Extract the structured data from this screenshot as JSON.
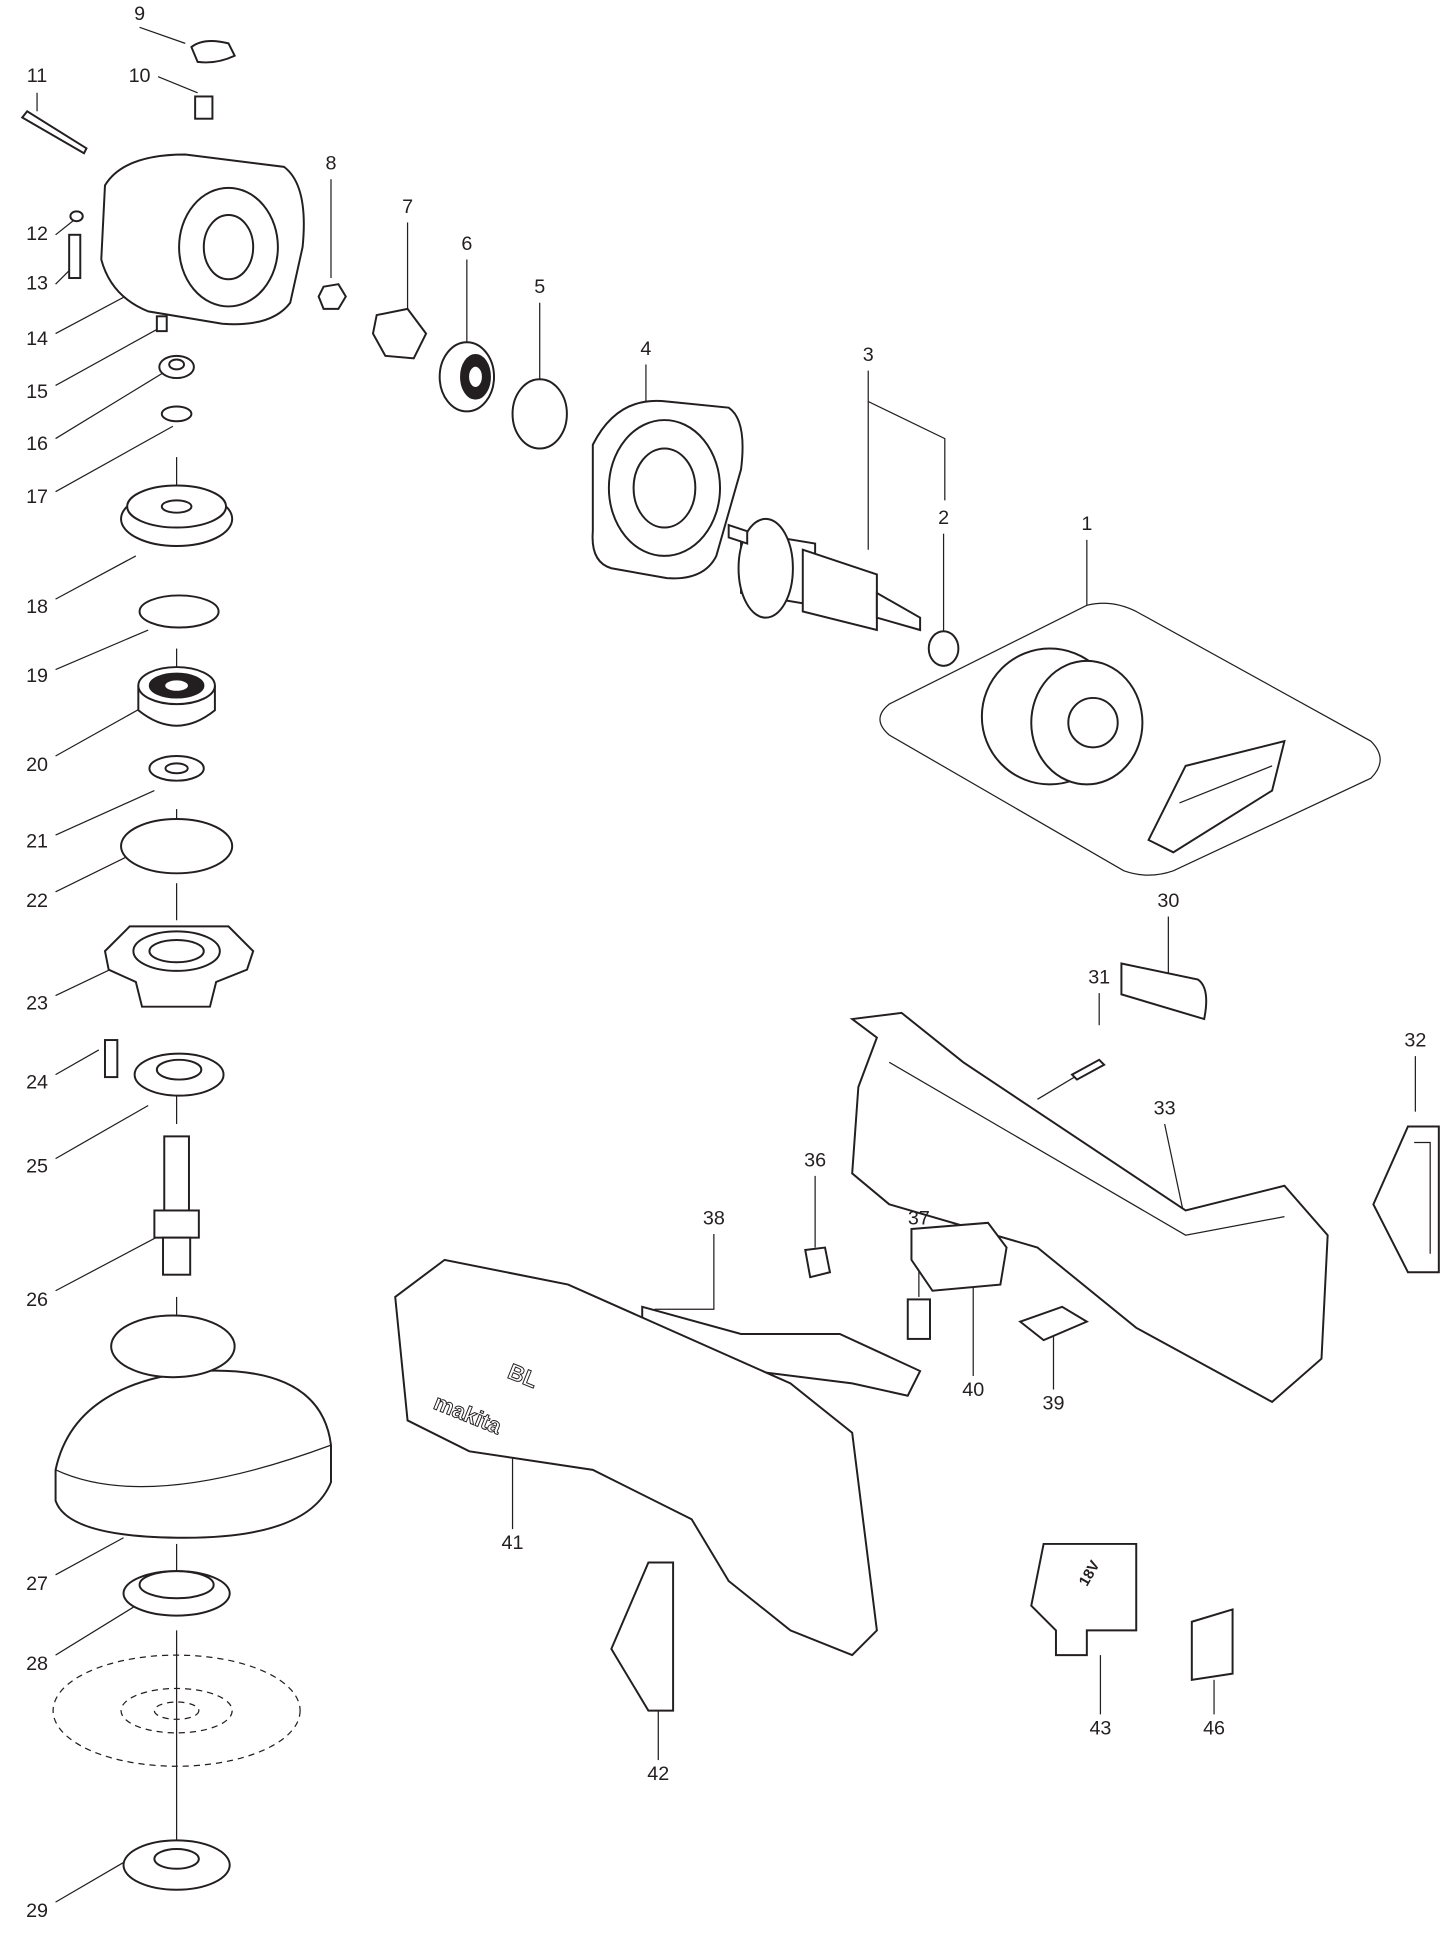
{
  "diagram": {
    "title": "",
    "part_numbers": {
      "p1": "1",
      "p2": "2",
      "p3": "3",
      "p4": "4",
      "p5": "5",
      "p6": "6",
      "p7": "7",
      "p8": "8",
      "p9": "9",
      "p10": "10",
      "p11": "11",
      "p12": "12",
      "p13": "13",
      "p14": "14",
      "p15": "15",
      "p16": "16",
      "p17": "17",
      "p18": "18",
      "p19": "19",
      "p20": "20",
      "p21": "21",
      "p22": "22",
      "p23": "23",
      "p24": "24",
      "p25": "25",
      "p26": "26",
      "p27": "27",
      "p28": "28",
      "p29": "29",
      "p30": "30",
      "p31": "31",
      "p32": "32",
      "p33": "33",
      "p36": "36",
      "p37": "37",
      "p38": "38",
      "p39": "39",
      "p40": "40",
      "p41": "41",
      "p42": "42",
      "p43": "43",
      "p46": "46"
    },
    "logo_text": {
      "brand": "makita",
      "badge": "BL",
      "voltage": "18V"
    }
  }
}
